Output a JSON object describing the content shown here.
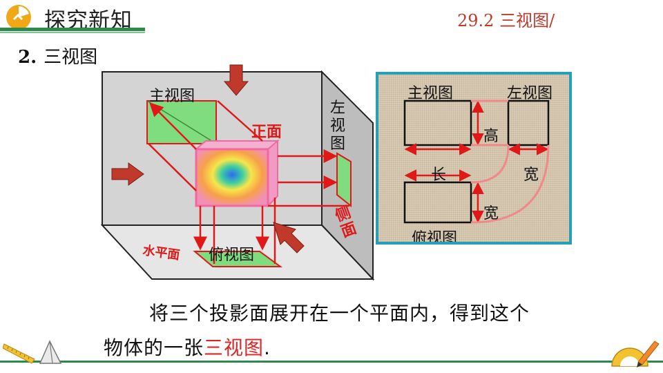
{
  "header": {
    "title": "探究新知",
    "lesson": "29.2  三视图/"
  },
  "section": {
    "number": "2.",
    "heading": "三视图"
  },
  "figure3d": {
    "front_view_label": "主视图",
    "front_plane_label": "正面",
    "left_view_label": "左视图",
    "side_plane_label": "侧面",
    "top_view_label": "俯视图",
    "horizontal_plane_label": "水平面"
  },
  "unfolded": {
    "front_view_label": "主视图",
    "left_view_label": "左视图",
    "top_view_label": "俯视图",
    "height_label": "高",
    "length_label": "长",
    "width_label_right": "宽",
    "width_label_bottom": "宽"
  },
  "paragraph": {
    "line1": "将三个投影面展开在一个平面内，得到这个",
    "line2_pre": "物体的一张",
    "line2_highlight": "三视图",
    "line2_post": "."
  },
  "colors": {
    "accent_green": "#2a8a4a",
    "highlight_red": "#e02424",
    "panel_border": "#25a0b5"
  }
}
